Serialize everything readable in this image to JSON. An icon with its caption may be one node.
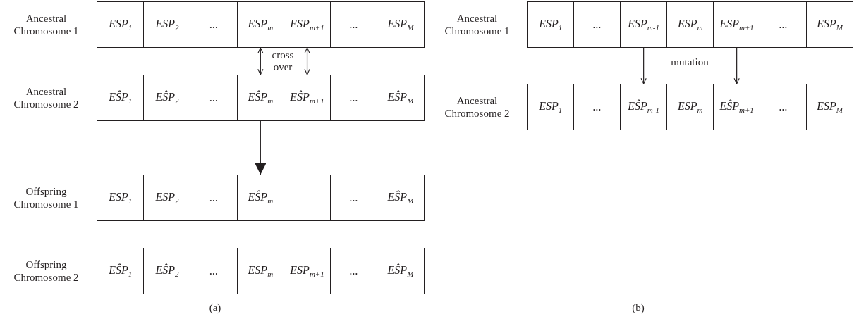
{
  "diagram": {
    "nodes": [
      {
        "text": [
          "Ancestral Chromosome 1"
        ]
      },
      {
        "text": [
          "ESP$_{1}$"
        ],
        "in": 0
      },
      {
        "text": [
          "ESP$_{2}$"
        ],
        "in": 0
      },
      {
        "text": [
          "..."
        ],
        "in": 0
      },
      {
        "text": [
          "ESP$_{m}$"
        ],
        "in": 0
      },
      {
        "text": [
          "ESP$_{m+1}$"
        ],
        "in": 0
      },
      {
        "text": [
          "..."
        ],
        "in": 0
      },
      {
        "text": [
          "ESP$_{M}$"
        ],
        "in": 0
      },
      {
        "text": [
          "Ancestral Chromosome 2"
        ]
      },
      {
        "text": [
          "EŜP$_{1}$"
        ],
        "in": 8
      },
      {
        "text": [
          "EŜP$_{2}$"
        ],
        "in": 8
      },
      {
        "text": [
          "..."
        ],
        "in": 8
      },
      {
        "text": [
          "EŜP$_{m}$"
        ],
        "in": 8
      },
      {
        "text": [
          "EŜP$_{m+1}$"
        ],
        "in": 8
      },
      {
        "text": [
          "..."
        ],
        "in": 8
      },
      {
        "text": [
          "EŜP$_{M}$"
        ],
        "in": 8
      },
      {
        "text": [
          "Offspring Chromosome 1"
        ]
      },
      {
        "text": [
          "ESP$_{1}$"
        ],
        "in": 16
      },
      {
        "text": [
          "ESP$_{2}$"
        ],
        "in": 16
      },
      {
        "text": [
          "..."
        ],
        "in": 16
      },
      {
        "text": [
          "EŜP$_{m}$"
        ],
        "in": 16
      },
      {
        "text": [],
        "shape": "box",
        "in": 16
      },
      {
        "text": [
          "..."
        ],
        "in": 16
      },
      {
        "text": [
          "EŜP$_{M}$"
        ],
        "in": 16
      },
      {
        "text": [
          "Offspring Chromosome 2"
        ]
      },
      {
        "text": [
          "EŜP$_{1}$"
        ],
        "in": 24
      },
      {
        "text": [
          "EŜP$_{2}$"
        ],
        "in": 24
      },
      {
        "text": [
          "..."
        ],
        "in": 24
      },
      {
        "text": [
          "ESP$_{m}$"
        ],
        "in": 24
      },
      {
        "text": [
          "ESP$_{m+1}$"
        ],
        "in": 24
      },
      {
        "text": [
          "..."
        ],
        "in": 24
      },
      {
        "text": [
          "EŜP$_{M}$"
        ],
        "in": 24
      },
      {
        "text": [
          "Ancestral Chromosome 1"
        ]
      },
      {
        "text": [
          "ESP$_{1}$"
        ],
        "in": 32
      },
      {
        "text": [
          "..."
        ],
        "in": 32
      },
      {
        "text": [
          "ESP$_{m-1}$"
        ],
        "in": 32
      },
      {
        "text": [
          "ESP$_{m}$"
        ],
        "in": 32
      },
      {
        "text": [
          "ESP$_{m+1}$"
        ],
        "in": 32
      },
      {
        "text": [
          "..."
        ],
        "in": 32
      },
      {
        "text": [
          "ESP$_{M}$"
        ],
        "in": 32
      },
      {
        "text": [
          "Ancestral Chromosome 2"
        ]
      },
      {
        "text": [
          "ESP$_{1}$"
        ],
        "in": 40
      },
      {
        "text": [
          "..."
        ],
        "in": 40
      },
      {
        "text": [
          "EŜP$_{m-1}$"
        ],
        "in": 40
      },
      {
        "text": [
          "ESP$_{m}$"
        ],
        "in": 40
      },
      {
        "text": [
          "EŜP$_{m+1}$"
        ],
        "in": 40
      },
      {
        "text": [
          "..."
        ],
        "in": 40
      },
      {
        "text": [
          "ESP$_{M}$"
        ],
        "in": 40
      }
    ],
    "edges": [
      {
        "from": 4,
        "to": 12,
        "arrow": "both"
      },
      {
        "from": 5,
        "to": 13,
        "arrow": "both"
      },
      {
        "from": 8,
        "to": 16,
        "arrow": "to"
      },
      {
        "from": 35,
        "to": 43,
        "arrow": "to"
      },
      {
        "from": 37,
        "to": 45,
        "arrow": "to"
      }
    ],
    "labels": [
      "cross over",
      "mutation",
      "(a)",
      "(b)"
    ]
  }
}
